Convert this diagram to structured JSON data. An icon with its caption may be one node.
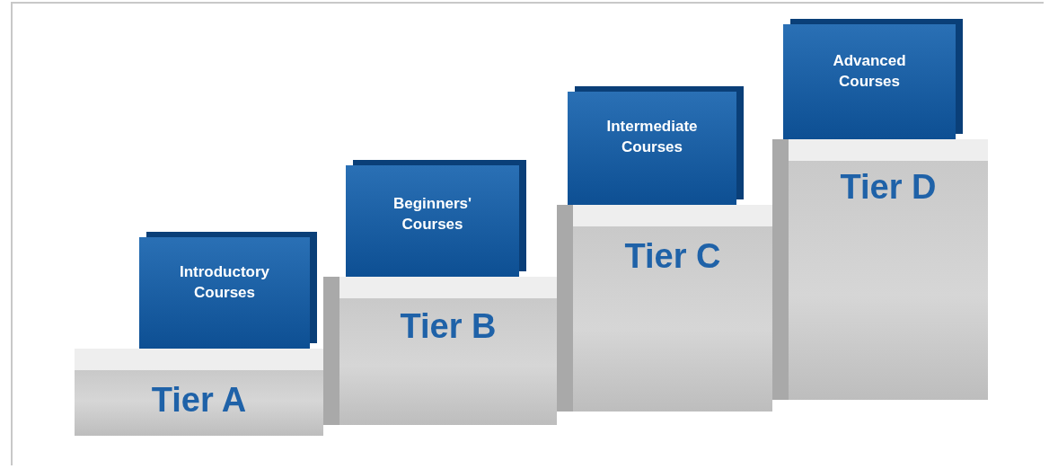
{
  "diagram": {
    "nodes": [
      {
        "text": [
          "Introductory Courses"
        ]
      },
      {
        "text": [
          "Tier A"
        ]
      },
      {
        "text": [
          "Beginners' Courses"
        ]
      },
      {
        "text": [
          "Tier B"
        ]
      },
      {
        "text": [
          "Intermediate Courses"
        ]
      },
      {
        "text": [
          "Tier C"
        ]
      },
      {
        "text": [
          "Advanced Courses"
        ]
      },
      {
        "text": [
          "Tier D"
        ]
      }
    ]
  }
}
